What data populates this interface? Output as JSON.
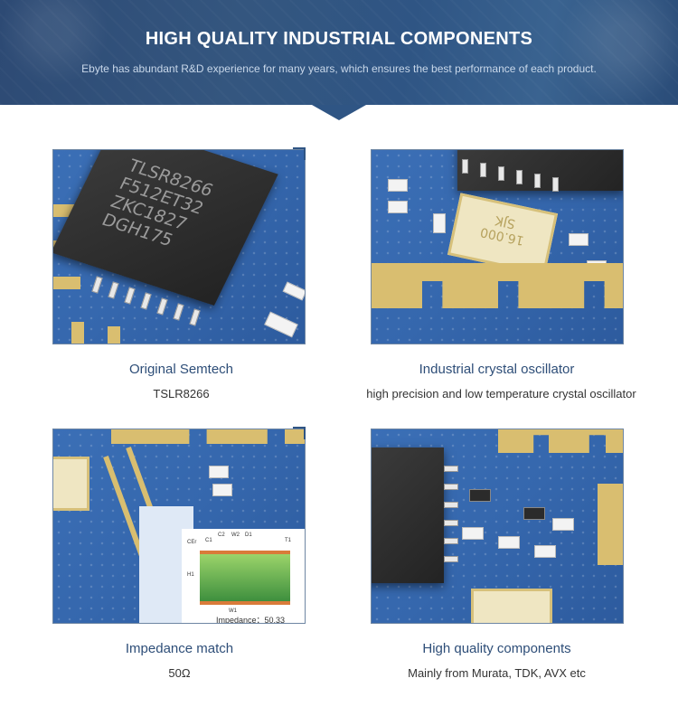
{
  "banner": {
    "title": "HIGH QUALITY INDUSTRIAL COMPONENTS",
    "subtitle": "Ebyte has abundant R&D experience for many years, which ensures the best performance of each product."
  },
  "features": [
    {
      "title": "Original Semtech",
      "subtitle": "TSLR8266",
      "image_icon": "chip-photo-icon"
    },
    {
      "title": "Industrial crystal oscillator",
      "subtitle": "high precision and low temperature crystal oscillator",
      "image_icon": "crystal-photo-icon"
    },
    {
      "title": "Impedance match",
      "subtitle": "50Ω",
      "image_icon": "pcb-trace-photo-icon"
    },
    {
      "title": "High quality components",
      "subtitle": "Mainly from Murata, TDK, AVX etc",
      "image_icon": "components-photo-icon"
    }
  ],
  "chip_marking": {
    "line1": "TLSR8266",
    "line2": "F512ET32",
    "line3": "ZKC1827",
    "line4": "DGH175"
  },
  "crystal_marking": {
    "brand": "SJK",
    "freq": "16.000"
  },
  "impedance_diagram": {
    "labels": [
      "CEr",
      "C1",
      "C2",
      "W2",
      "D1",
      "T1",
      "H1",
      "W1"
    ],
    "readout": "Impedance：50.33"
  },
  "colors": {
    "banner": "#2f5584",
    "title_text": "#2e4e78",
    "pcb_blue": "#3567ad",
    "gold_pad": "#d9be70"
  }
}
